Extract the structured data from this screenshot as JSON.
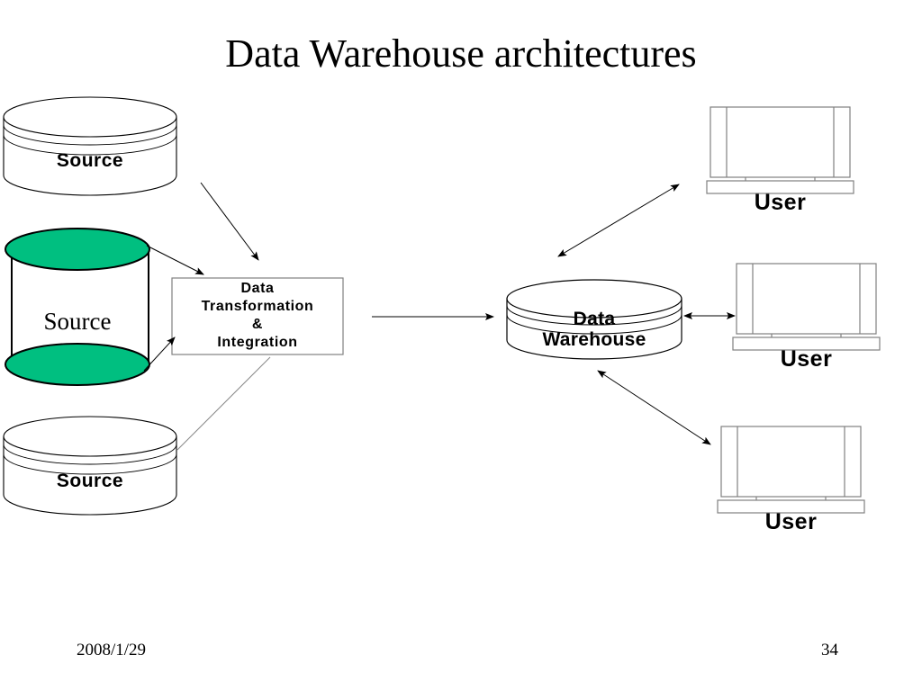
{
  "slide": {
    "title": "Data Warehouse architectures",
    "footer": {
      "date": "2008/1/29",
      "page_number": "34"
    },
    "background_color": "#ffffff",
    "line_color": "#000000"
  },
  "diagram": {
    "type": "data-warehouse-architecture",
    "sources": [
      {
        "id": "source-top",
        "label": "Source",
        "shape": "cylinder",
        "fill": "#ffffff",
        "style": "flat-disc"
      },
      {
        "id": "source-middle",
        "label": "Source",
        "shape": "cylinder",
        "fill": "#ffffff",
        "accent_fill": "#00bf80",
        "style": "tall-green-ellipses"
      },
      {
        "id": "source-bottom",
        "label": "Source",
        "shape": "cylinder",
        "fill": "#ffffff",
        "style": "flat-disc"
      }
    ],
    "process": {
      "id": "data-transformation-box",
      "shape": "rectangle",
      "fill": "#ffffff",
      "lines": [
        "Data",
        "Transformation",
        "&",
        "Integration"
      ]
    },
    "warehouse": {
      "id": "data-warehouse",
      "shape": "cylinder",
      "fill": "#ffffff",
      "lines": [
        "Data",
        "Warehouse"
      ]
    },
    "users": [
      {
        "id": "user-top",
        "label": "User",
        "shape": "monitor"
      },
      {
        "id": "user-middle",
        "label": "User",
        "shape": "monitor"
      },
      {
        "id": "user-bottom",
        "label": "User",
        "shape": "monitor"
      }
    ],
    "connections": [
      {
        "from": "source-top",
        "to": "data-transformation-box",
        "arrow": "single"
      },
      {
        "from": "source-middle",
        "to": "data-transformation-box",
        "arrow": "single"
      },
      {
        "from": "source-middle",
        "to": "data-transformation-box",
        "arrow": "single"
      },
      {
        "from": "source-bottom",
        "to": "data-transformation-box",
        "arrow": "none"
      },
      {
        "from": "data-transformation-box",
        "to": "data-warehouse",
        "arrow": "single"
      },
      {
        "from": "data-warehouse",
        "to": "user-top",
        "arrow": "double"
      },
      {
        "from": "data-warehouse",
        "to": "user-middle",
        "arrow": "double"
      },
      {
        "from": "data-warehouse",
        "to": "user-bottom",
        "arrow": "double"
      }
    ]
  }
}
